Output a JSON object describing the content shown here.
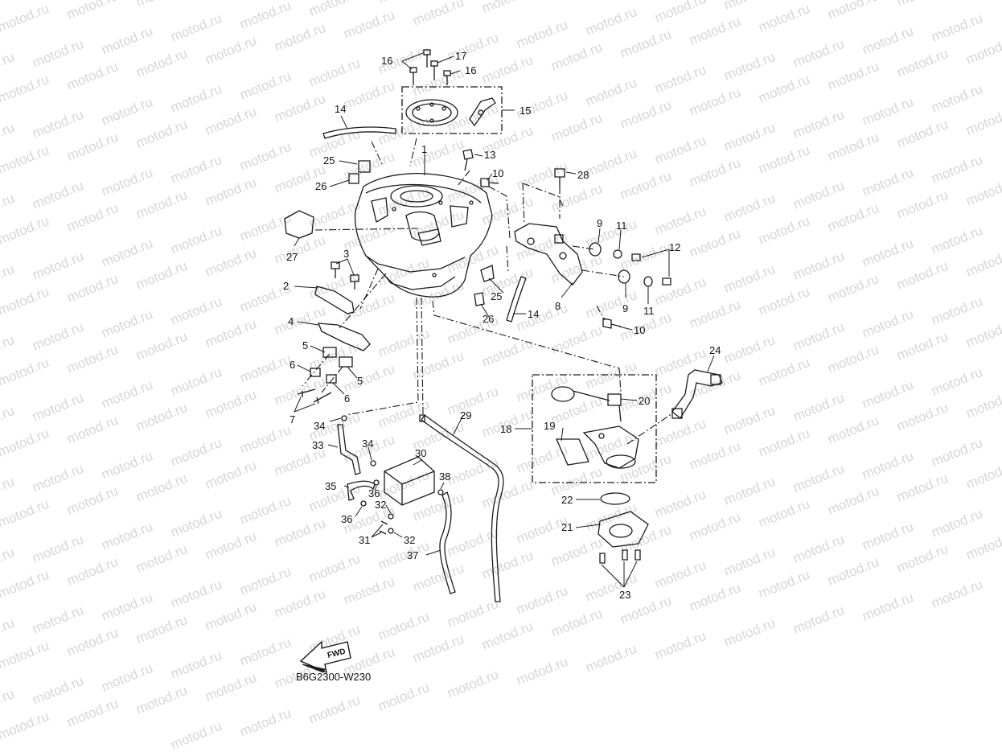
{
  "watermark": {
    "text": "motod.ru"
  },
  "diagram_code": "B6G2300-W230",
  "fwd_arrow": {
    "text": "FWD",
    "icon": "fwd-arrow-icon"
  },
  "callouts": {
    "c1": "1",
    "c2": "2",
    "c3": "3",
    "c4": "4",
    "c5a": "5",
    "c5b": "5",
    "c6a": "6",
    "c6b": "6",
    "c7": "7",
    "c8": "8",
    "c9a": "9",
    "c9b": "9",
    "c10a": "10",
    "c10b": "10",
    "c11a": "11",
    "c11b": "11",
    "c12": "12",
    "c13": "13",
    "c14a": "14",
    "c14b": "14",
    "c15": "15",
    "c16a": "16",
    "c16b": "16",
    "c17": "17",
    "c18": "18",
    "c19": "19",
    "c20": "20",
    "c21": "21",
    "c22": "22",
    "c23": "23",
    "c24": "24",
    "c25a": "25",
    "c25b": "25",
    "c26a": "26",
    "c26b": "26",
    "c27": "27",
    "c28": "28",
    "c29": "29",
    "c30": "30",
    "c31": "31",
    "c32a": "32",
    "c32b": "32",
    "c33": "33",
    "c34a": "34",
    "c34b": "34",
    "c35": "35",
    "c36a": "36",
    "c36b": "36",
    "c37": "37",
    "c38": "38"
  }
}
